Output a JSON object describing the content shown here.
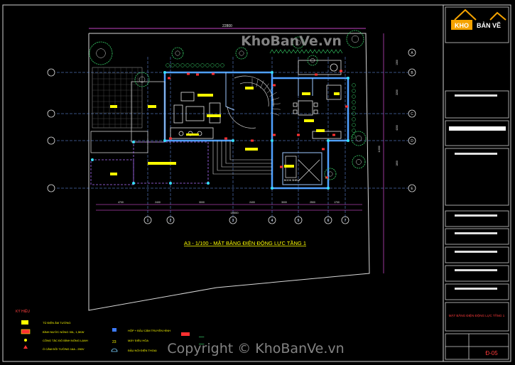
{
  "drawing": {
    "caption": "A3 - 1/100 - MẶT BẰNG ĐIỆN ĐỘNG LỰC TẦNG 1",
    "top_dimension": "22800",
    "room_label": "BOOK SHELF",
    "grid_bubbles_top": [
      "1",
      "2",
      "3",
      "4",
      "5",
      "6",
      "7"
    ],
    "grid_bubbles_side": [
      "A",
      "B",
      "C",
      "D",
      "E"
    ],
    "bottom_dimensions": [
      "4700",
      "2400",
      "3000",
      "2400",
      "3000",
      "2500",
      "1700"
    ],
    "bottom_total": "18000",
    "right_dimensions": [
      "1300",
      "2200",
      "4200",
      "1800",
      "11600"
    ],
    "colors": {
      "background": "#000000",
      "wall": "#4fa0ff",
      "furniture": "#e6e6e6",
      "label": "#ffff00",
      "accent": "#ff3b3b",
      "grid": "#6fa0ff",
      "dim": "#ff5cff",
      "tree": "#39d46a"
    }
  },
  "legend": {
    "title": "KÝ HIỆU",
    "left_items": [
      {
        "icon": "panel-icon",
        "label": "TỦ ĐIỆN ÂM TƯỜNG"
      },
      {
        "icon": "heater-icon",
        "label": "BÌNH NƯỚC NÓNG 30L, 1,5KW"
      },
      {
        "icon": "switch-icon",
        "label": "CÔNG TẮC ĐÓ BÌNH NÓNG LẠNH"
      },
      {
        "icon": "socket-icon",
        "label": "Ổ CẮM ĐÔI TƯỜNG 16A - 250V"
      }
    ],
    "right_items": [
      {
        "icon": "tv-outlet-icon",
        "label": "HỘP + ĐẦU CẮM TRUYỀN HÌNH"
      },
      {
        "icon": "ac-icon",
        "label": "MÁY ĐIỀU HÒA"
      },
      {
        "icon": "phone-icon",
        "label": "ĐẦU NỐI ĐIỆN THOẠI"
      }
    ]
  },
  "title_block": {
    "logo_kho": "KHO",
    "logo_banve": "BẢN VẼ",
    "sheet_title": "MẶT BẰNG ĐIỆN ĐỘNG LỰC TẦNG 1",
    "sheet_no": "Đ-05"
  },
  "watermarks": {
    "top": "KhoBanVe.vn",
    "bottom": "Copyright © KhoBanVe.vn"
  }
}
